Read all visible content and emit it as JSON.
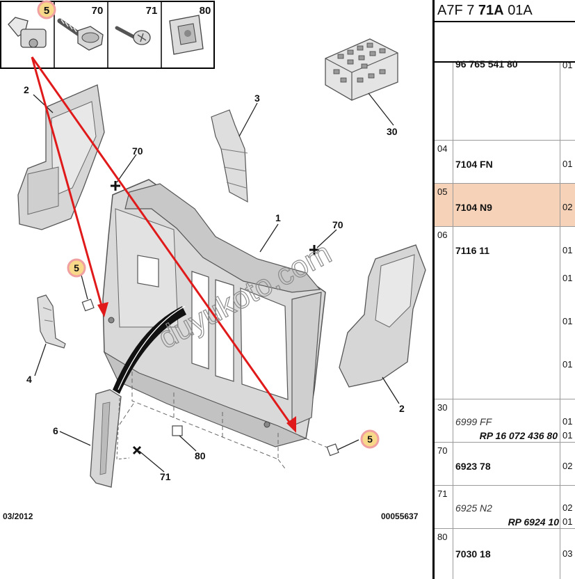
{
  "diagram": {
    "fixings": [
      {
        "label": "5"
      },
      {
        "label": "70"
      },
      {
        "label": "71"
      },
      {
        "label": "80"
      }
    ],
    "callouts": [
      "1",
      "2",
      "3",
      "4",
      "5",
      "6",
      "30",
      "70",
      "71",
      "80"
    ],
    "callout_labels": {
      "c1": "1",
      "c2a": "2",
      "c2b": "2",
      "c3": "3",
      "c4": "4",
      "c5a": "5",
      "c5b": "5",
      "c6": "6",
      "c30": "30",
      "c70a": "70",
      "c70b": "70",
      "c71": "71",
      "c80": "80"
    },
    "date": "03/2012",
    "drawing_number": "00055637",
    "watermark": "duyukoto.com",
    "colors": {
      "arrow": "#e01a1a",
      "highlight_circle": "#f8d98a",
      "highlight_ring": "#f0a0a0",
      "part_fill": "#dcdcdc",
      "part_stroke": "#555555"
    }
  },
  "panel": {
    "ref_prefix": "A7F 7",
    "ref_bold": "71A",
    "ref_suffix": "01A",
    "rows": [
      {
        "item": "",
        "ref": "96 765 541 80",
        "qty": "01",
        "cut": true
      },
      {
        "item": "04",
        "ref": "7104 FN",
        "qty": "01"
      },
      {
        "item": "05",
        "ref": "7104 N9",
        "qty": "02",
        "highlight": true
      },
      {
        "item": "06",
        "ref": "7116 11",
        "qtys": [
          "01",
          "01",
          "01",
          "01"
        ]
      },
      {
        "item": "30",
        "ref": "6999 FF",
        "ref_italic": true,
        "rp": "RP 16 072 436 80",
        "qtys": [
          "01",
          "01"
        ]
      },
      {
        "item": "70",
        "ref": "6923 78",
        "qty": "02"
      },
      {
        "item": "71",
        "ref": "6925 N2",
        "ref_italic": true,
        "rp": "RP 6924 10",
        "qtys": [
          "02",
          "01"
        ]
      },
      {
        "item": "80",
        "ref": "7030 18",
        "qty": "03"
      }
    ],
    "colors": {
      "highlight": "#f5d2b8"
    }
  }
}
